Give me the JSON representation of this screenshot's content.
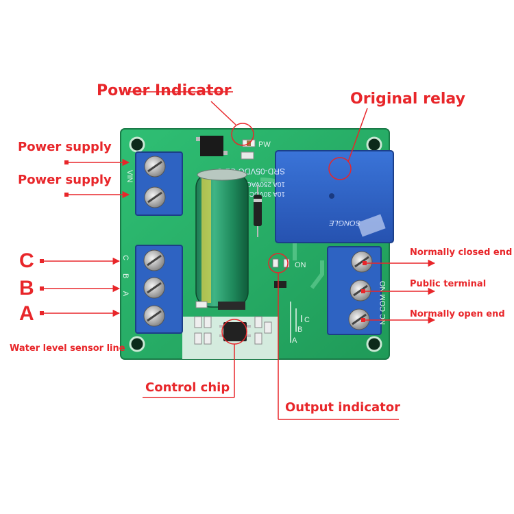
{
  "labels": {
    "power_indicator": "Power Indicator",
    "original_relay": "Original relay",
    "power_supply_1": "Power supply",
    "power_supply_2": "Power supply",
    "c": "C",
    "b": "B",
    "a": "A",
    "water_level": "Water level sensor line",
    "control_chip": "Control chip",
    "output_indicator": "Output indicator",
    "normally_closed": "Normally closed end",
    "public_terminal": "Public terminal",
    "normally_open": "Normally open end"
  },
  "board_text": {
    "pw": "PW",
    "on": "ON",
    "vin": "VIN",
    "cba": "C B A",
    "relay_model": "SRD-05VDC-SL-C",
    "relay_rating_1": "10A 250VAC 10A 125VAC",
    "relay_rating_2": "10A 30VDC 10A 28VDC",
    "relay_brand": "SONGLE",
    "nc_com_no": "NC COM NO",
    "abc_a": "A",
    "abc_b": "B",
    "abc_c": "C"
  },
  "colors": {
    "annotation": "#e8262a",
    "pcb": "#27b36a",
    "relay": "#2f64c8",
    "terminal": "#2e63c2"
  }
}
